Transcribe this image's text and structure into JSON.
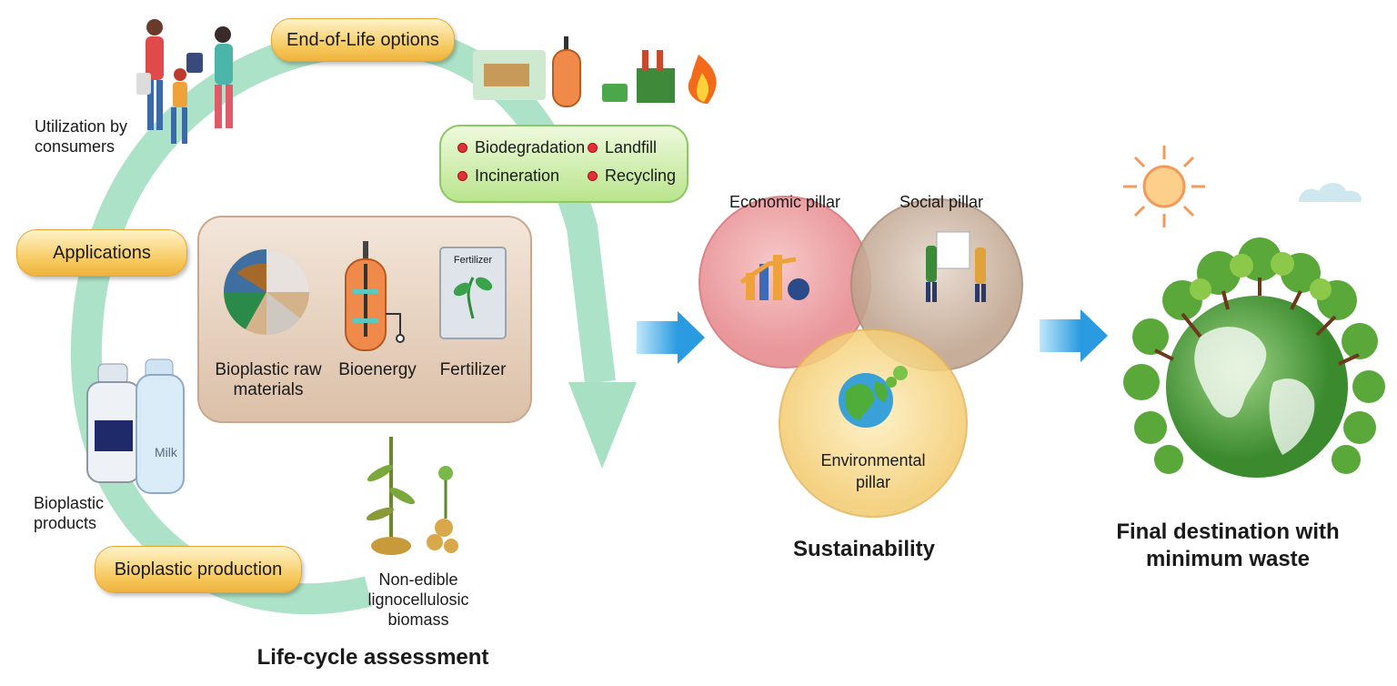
{
  "lifecycle": {
    "title": "Life-cycle assessment",
    "stages": {
      "end_of_life": "End-of-Life options",
      "applications": "Applications",
      "production": "Bioplastic production"
    },
    "utilization_label": "Utilization by\nconsumers",
    "products_label": "Bioplastic\nproducts",
    "bottle_label": "Milk",
    "biomass_label": "Non-edible\nlignocellulosic\nbiomass",
    "eol_options": [
      "Biodegradation",
      "Landfill",
      "Incineration",
      "Recycling"
    ],
    "outputs": [
      "Bioplastic raw\nmaterials",
      "Bioenergy",
      "Fertilizer"
    ],
    "fertilizer_bag_text": "Fertilizer"
  },
  "sustainability": {
    "title": "Sustainability",
    "pillars": [
      "Economic pillar",
      "Social pillar",
      "Environmental\npillar"
    ]
  },
  "destination": {
    "title": "Final destination with\nminimum waste"
  },
  "colors": {
    "cycle_arrow": "#a8e0c4",
    "stage_pill": "#f6c75a",
    "eol_box": "#c9eba6",
    "output_box": "#ead5c3",
    "flow_arrow": "#3aa8e6",
    "economic": "#eea2a4",
    "social": "#c9b29f",
    "environmental": "#f8d98a",
    "earth": "#4f9d3a"
  }
}
